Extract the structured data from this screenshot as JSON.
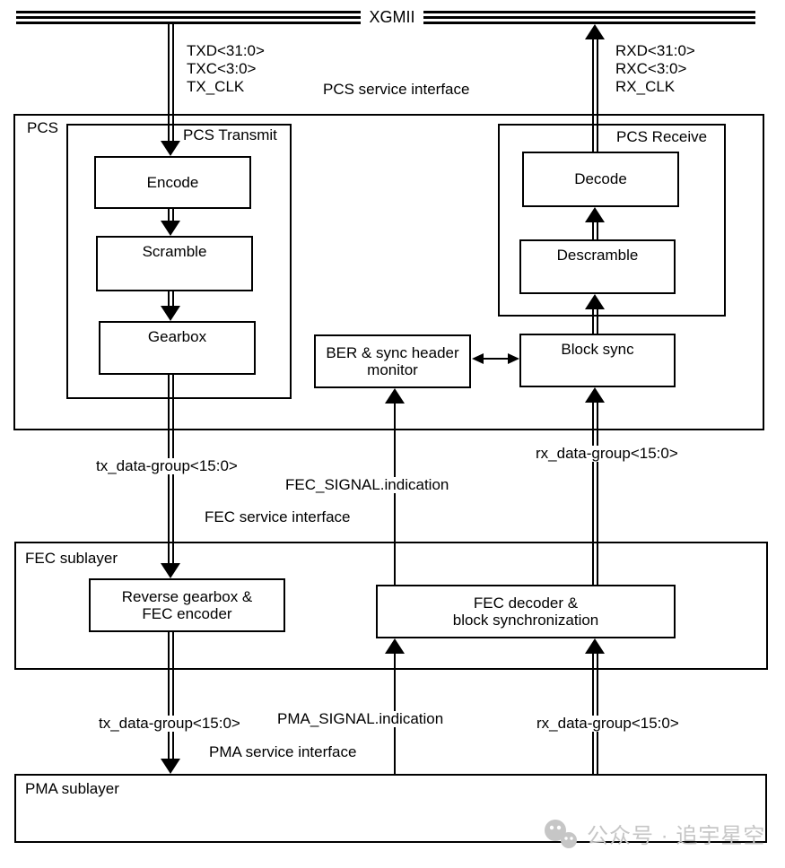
{
  "colors": {
    "line": "#000000",
    "watermark": "#c6c6c6"
  },
  "bus": {
    "label": "XGMII"
  },
  "tx_signals": {
    "d": "TXD<31:0>",
    "c": "TXC<3:0>",
    "clk": "TX_CLK"
  },
  "rx_signals": {
    "d": "RXD<31:0>",
    "c": "RXC<3:0>",
    "clk": "RX_CLK"
  },
  "interfaces": {
    "pcs": "PCS service interface",
    "fec": "FEC service interface",
    "pma": "PMA service interface"
  },
  "pcs": {
    "label": "PCS",
    "transmit_label": "PCS Transmit",
    "encode": "Encode",
    "scramble": "Scramble",
    "gearbox": "Gearbox",
    "receive_label": "PCS Receive",
    "decode": "Decode",
    "descramble": "Descramble",
    "block_sync": "Block sync",
    "ber_monitor": {
      "line1": "BER & sync header",
      "line2": "monitor"
    }
  },
  "fec": {
    "label": "FEC sublayer",
    "encoder": {
      "line1": "Reverse gearbox &",
      "line2": "FEC encoder"
    },
    "decoder": {
      "line1": "FEC decoder &",
      "line2": "block synchronization"
    }
  },
  "pma": {
    "label": "PMA sublayer"
  },
  "signals_mid": {
    "tx_data_group_upper": "tx_data-group<15:0>",
    "rx_data_group_upper": "rx_data-group<15:0>",
    "fec_signal": "FEC_SIGNAL.indication",
    "tx_data_group_lower": "tx_data-group<15:0>",
    "pma_signal": "PMA_SIGNAL.indication",
    "rx_data_group_lower": "rx_data-group<15:0>"
  },
  "watermark": {
    "text": "公众号 · 追宇星空"
  }
}
